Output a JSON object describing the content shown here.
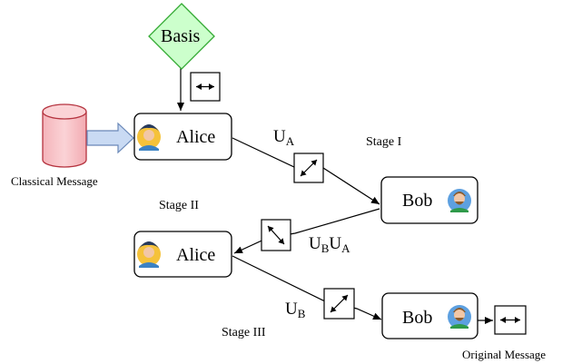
{
  "basis": {
    "label": "Basis"
  },
  "source": {
    "label": "Classical Message"
  },
  "stages": {
    "stage1": "Stage I",
    "stage2": "Stage II",
    "stage3": "Stage III"
  },
  "parties": {
    "alice": "Alice",
    "bob": "Bob"
  },
  "operators": {
    "ua": {
      "base": "U",
      "sub": "A"
    },
    "ubua": {
      "base1": "U",
      "sub1": "B",
      "base2": "U",
      "sub2": "A"
    },
    "ub": {
      "base": "U",
      "sub": "B"
    }
  },
  "output": {
    "label": "Original Message"
  },
  "polarization_states": [
    "horizontal",
    "diagonal",
    "antidiagonal",
    "diagonal",
    "horizontal"
  ],
  "colors": {
    "basis_fill": "#ccffcc",
    "basis_stroke": "#33aa33",
    "database_fill": "#f8c8cc",
    "database_stroke": "#b5333f",
    "arrow_fill": "#c9daf3",
    "arrow_stroke": "#6a88b8"
  }
}
